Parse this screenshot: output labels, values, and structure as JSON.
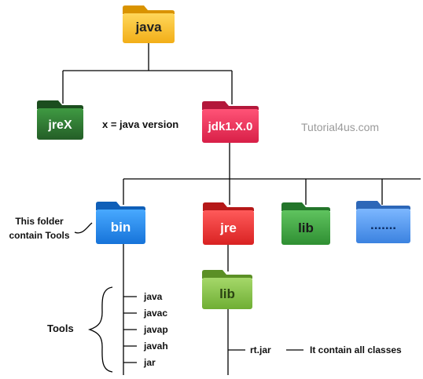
{
  "folders": {
    "java": "java",
    "jreX": "jreX",
    "jdk": "jdk1.X.0",
    "bin": "bin",
    "jre": "jre",
    "lib_right": "lib",
    "more": ".......",
    "lib_bottom": "lib"
  },
  "labels": {
    "x_note": "x = java version",
    "watermark": "Tutorial4us.com",
    "bin_note_line1": "This folder",
    "bin_note_line2": "contain Tools",
    "tools": "Tools",
    "rt_jar": "rt.jar",
    "rt_note": "It contain  all classes"
  },
  "tools_list": [
    "java",
    "javac",
    "javap",
    "javah",
    "jar"
  ],
  "colors": {
    "java": "#f7bf2c",
    "jreX": "#2e7d32",
    "jdk": "#e8335a",
    "bin": "#2196f3",
    "jre": "#ee3636",
    "lib": "#4caf50",
    "more": "#4a90e2",
    "lib_bottom": "#8bc34a",
    "line": "#000000",
    "watermark": "#999999"
  }
}
